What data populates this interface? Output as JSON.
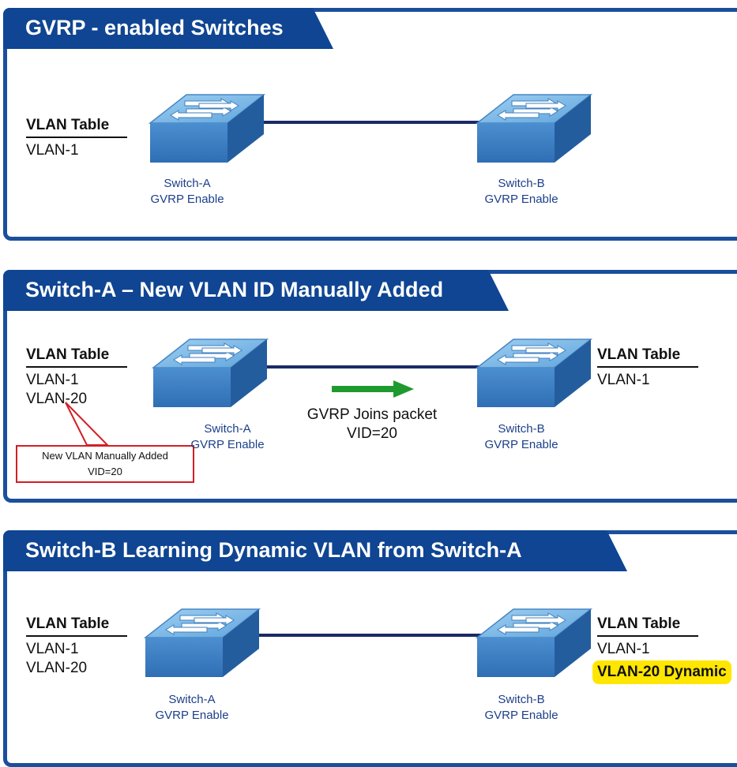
{
  "panel1": {
    "title": "GVRP - enabled Switches",
    "left_table": {
      "header": "VLAN Table",
      "rows": [
        "VLAN-1"
      ]
    },
    "switch_a": {
      "name": "Switch-A",
      "status": "GVRP Enable"
    },
    "switch_b": {
      "name": "Switch-B",
      "status": "GVRP Enable"
    }
  },
  "panel2": {
    "title": "Switch-A – New VLAN ID Manually Added",
    "left_table": {
      "header": "VLAN Table",
      "rows": [
        "VLAN-1",
        "VLAN-20"
      ]
    },
    "right_table": {
      "header": "VLAN Table",
      "rows": [
        "VLAN-1"
      ]
    },
    "switch_a": {
      "name": "Switch-A",
      "status": "GVRP Enable"
    },
    "switch_b": {
      "name": "Switch-B",
      "status": "GVRP Enable"
    },
    "packet": {
      "line1": "GVRP Joins packet",
      "line2": "VID=20"
    },
    "callout": {
      "line1": "New VLAN Manually Added",
      "line2": "VID=20"
    },
    "arrow_color": "#1f9a2e"
  },
  "panel3": {
    "title": "Switch-B Learning Dynamic VLAN from Switch-A",
    "left_table": {
      "header": "VLAN Table",
      "rows": [
        "VLAN-1",
        "VLAN-20"
      ]
    },
    "right_table": {
      "header": "VLAN Table",
      "rows": [
        "VLAN-1",
        "VLAN-20 Dynamic"
      ]
    },
    "switch_a": {
      "name": "Switch-A",
      "status": "GVRP Enable"
    },
    "switch_b": {
      "name": "Switch-B",
      "status": "GVRP Enable"
    },
    "highlight_color": "#ffe600"
  },
  "colors": {
    "panel_blue": "#0f4592",
    "caption_blue": "#1c3f8a",
    "callout_red": "#d21f26"
  }
}
